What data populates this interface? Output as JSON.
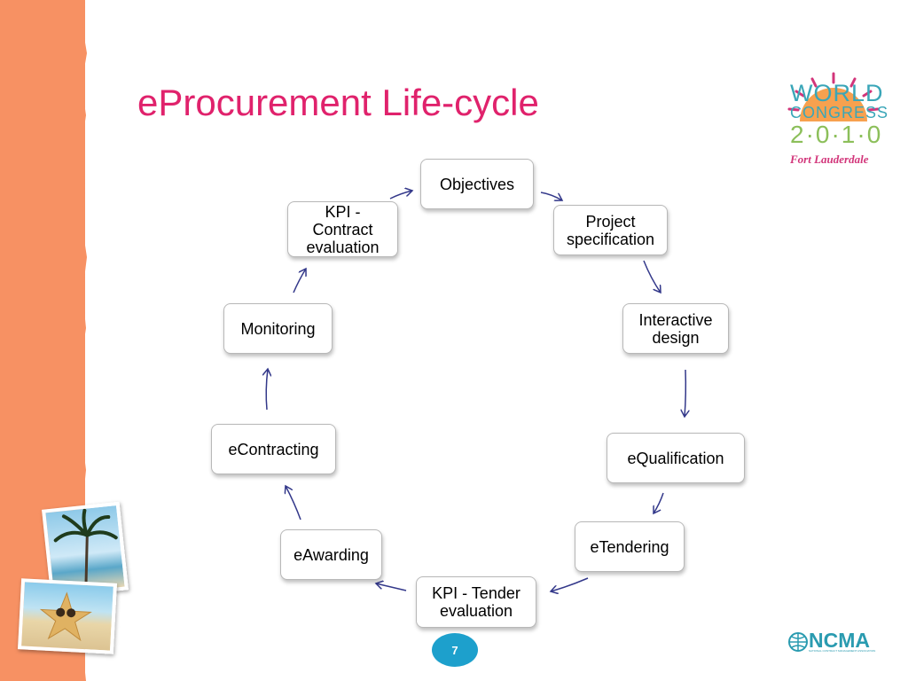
{
  "slide": {
    "title": "eProcurement Life-cycle",
    "page_number": "7"
  },
  "branding": {
    "event_logo": {
      "line1": "WORLD",
      "line2": "CONGRESS",
      "line3": "2·0·1·0",
      "line4": "Fort Lauderdale"
    },
    "org_logo": {
      "name": "NCMA",
      "tagline": "NATIONAL CONTRACT MANAGEMENT ASSOCIATION"
    }
  },
  "cycle": {
    "steps": [
      "Objectives",
      "Project specification",
      "Interactive design",
      "eQualification",
      "eTendering",
      "KPI - Tender evaluation",
      "eAwarding",
      "eContracting",
      "Monitoring",
      "KPI - Contract evaluation"
    ]
  },
  "colors": {
    "title": "#e0226c",
    "sidebar": "#f79163",
    "arrow": "#33388a",
    "page_badge": "#1da0cc",
    "logo_teal": "#3aa6b8",
    "logo_green": "#8cbf5a",
    "logo_pink": "#d2357a",
    "sun": "#f7a14f"
  }
}
